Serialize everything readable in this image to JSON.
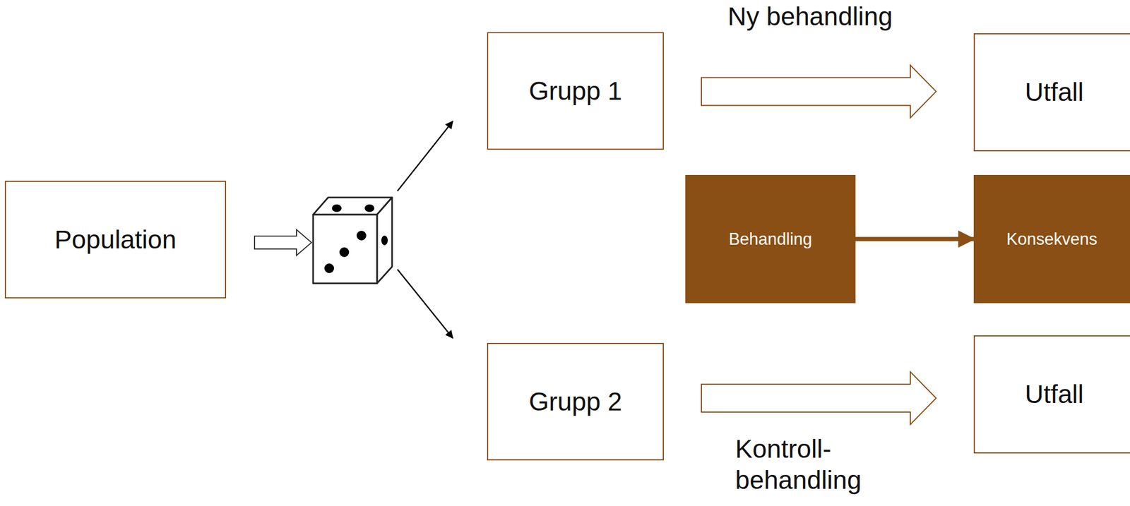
{
  "diagram": {
    "nodes": [
      {
        "text": [
          "Population"
        ]
      },
      {
        "text": [
          "Grupp 1"
        ]
      },
      {
        "text": [
          "Utfall"
        ]
      },
      {
        "text": [
          "Behandling"
        ]
      },
      {
        "text": [
          "Konsekvens"
        ]
      },
      {
        "text": [
          "Grupp 2"
        ]
      },
      {
        "text": [
          "Utfall"
        ]
      }
    ],
    "edges": [
      {
        "from": 1,
        "to": 2,
        "arrow": "to",
        "label": "Ny behandling"
      },
      {
        "from": 3,
        "to": 4,
        "arrow": "to"
      },
      {
        "from": 5,
        "to": 6,
        "arrow": "to",
        "label": "Kontroll- behandling"
      }
    ]
  }
}
